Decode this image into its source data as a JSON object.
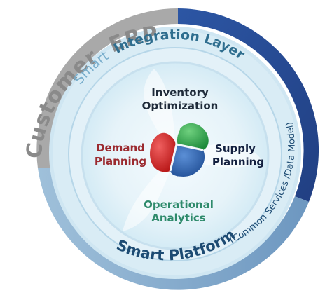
{
  "diagram": {
    "outer_ring": {
      "label_line1": "Customer",
      "label_line2": "ERP",
      "color_grey": "#a6a6a6",
      "color_navy": "#2b4f9a",
      "color_light": "#8fb2cf"
    },
    "integration_layer": {
      "label_smart": "Smart",
      "label_rest": "Integration Layer",
      "ring_color": "#cfe5f0",
      "text_light": "#6fa3c3",
      "text_dark": "#2f6e8f"
    },
    "platform": {
      "label": "Smart Platform",
      "sublabel": "(Common Services /Data Model)",
      "ring_color": "#bdd9ea",
      "text_color": "#1d4b73"
    },
    "modules": {
      "inventory": {
        "line1": "Inventory",
        "line2": "Optimization",
        "color": "#1f2b3a"
      },
      "demand": {
        "line1": "Demand",
        "line2": "Planning",
        "color": "#9b2a2f"
      },
      "supply": {
        "line1": "Supply",
        "line2": "Planning",
        "color": "#13203f"
      },
      "analytics": {
        "line1": "Operational",
        "line2": "Analytics",
        "color": "#2e8a6b"
      }
    },
    "center_blob": {
      "segments": [
        "red",
        "green",
        "blue"
      ],
      "red": "#d82a2a",
      "green": "#2aa24b",
      "blue": "#2d63ad"
    }
  }
}
